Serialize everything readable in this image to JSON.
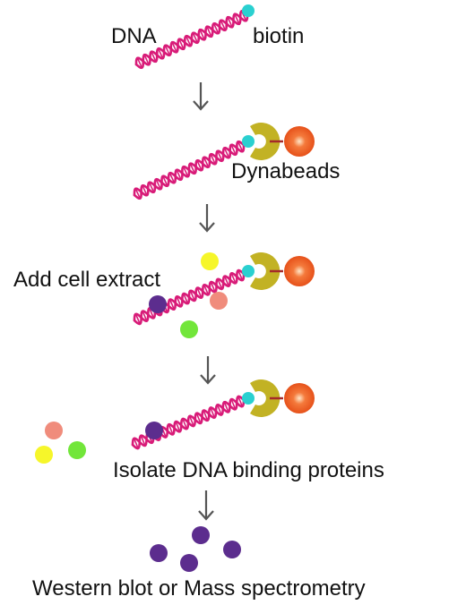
{
  "labels": {
    "dna": "DNA",
    "biotin": "biotin",
    "dynabeads": "Dynabeads",
    "add_cell_extract": "Add cell extract",
    "isolate": "Isolate DNA binding proteins",
    "readout": "Western blot  or Mass spectrometry"
  },
  "colors": {
    "dna": "#d81b78",
    "biotin": "#2ad0d0",
    "dynabead_cup": "#c2b224",
    "dynabead_sphere": "#ef5a22",
    "linker": "#a52a2a",
    "arrow": "#555555",
    "protein_yellow": "#f6f62a",
    "protein_salmon": "#f08c7c",
    "protein_purple": "#5c2d8e",
    "protein_green": "#72e63a"
  },
  "icons": {
    "dna": "dna-helix-icon",
    "bead": "dynabead-icon",
    "arrow": "arrow-down-icon"
  }
}
